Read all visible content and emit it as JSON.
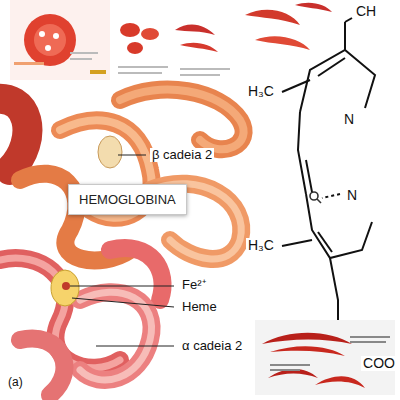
{
  "diagram": {
    "nodes": [
      {
        "text": [
          "HEMOGLOBINA"
        ]
      }
    ],
    "labels": [
      "β cadeia 2",
      "Fe²⁺",
      "Heme",
      "α cadeia 2",
      "(a)",
      "CH",
      "H₃C",
      "N",
      "N",
      "H₃C",
      "COO"
    ]
  }
}
